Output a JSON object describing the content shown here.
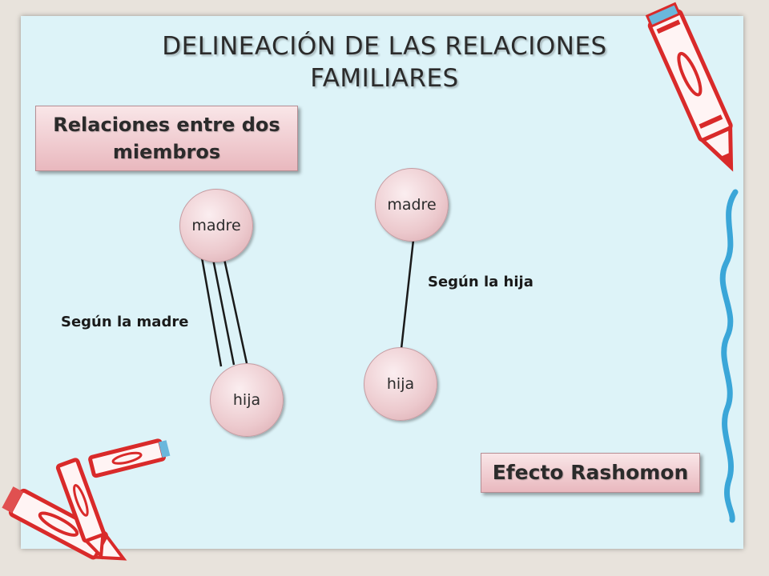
{
  "title": {
    "line1": "DELINEACIÓN DE LAS RELACIONES",
    "line2": "FAMILIARES"
  },
  "subtitle": {
    "line1": "Relaciones entre dos",
    "line2": "miembros"
  },
  "left_diagram": {
    "top_node": "madre",
    "bottom_node": "hija",
    "caption": "Según la madre"
  },
  "right_diagram": {
    "top_node": "madre",
    "bottom_node": "hija",
    "caption": "Según la hija"
  },
  "effect_label": "Efecto Rashomon",
  "colors": {
    "background": "#ddf3f8",
    "box_pink": "#e9b8be",
    "crayon_red": "#d92a2a",
    "crayon_blue_line": "#3aa6d8"
  }
}
